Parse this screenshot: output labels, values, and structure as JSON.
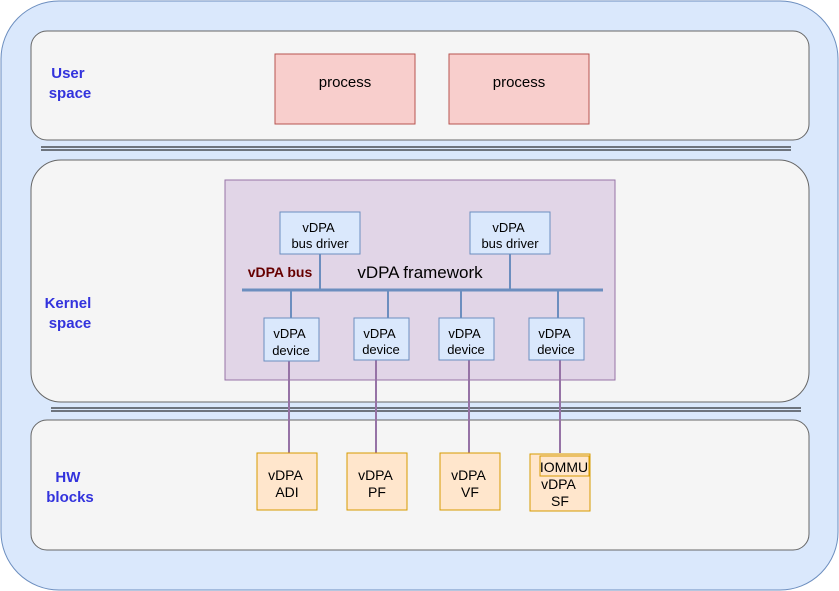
{
  "layers": {
    "user": {
      "title_line1": "User",
      "title_line2": "space"
    },
    "kernel": {
      "title_line1": "Kernel",
      "title_line2": "space"
    },
    "hw": {
      "title_line1": "HW",
      "title_line2": "blocks"
    }
  },
  "user_space": {
    "processes": [
      {
        "label": "process"
      },
      {
        "label": "process"
      }
    ]
  },
  "framework": {
    "label": "vDPA framework",
    "bus_label": "vDPA bus",
    "bus_drivers": [
      {
        "line1": "vDPA",
        "line2": "bus driver"
      },
      {
        "line1": "vDPA",
        "line2": "bus driver"
      }
    ],
    "devices": [
      {
        "line1": "vDPA",
        "line2": "device"
      },
      {
        "line1": "vDPA",
        "line2": "device"
      },
      {
        "line1": "vDPA",
        "line2": "device"
      },
      {
        "line1": "vDPA",
        "line2": "device"
      }
    ]
  },
  "hw_blocks": [
    {
      "line1": "vDPA",
      "line2": "ADI"
    },
    {
      "line1": "vDPA",
      "line2": "PF"
    },
    {
      "line1": "vDPA",
      "line2": "VF"
    },
    {
      "line1": "vDPA",
      "line2": "SF",
      "extra": "IOMMU"
    }
  ],
  "colors": {
    "outer_fill": "#dae8fc",
    "outer_stroke": "#6c8ebf",
    "layer_fill": "#f5f5f5",
    "layer_stroke": "#666666",
    "layer_title": "#3333dd",
    "process_fill": "#f8cecc",
    "process_stroke": "#b85450",
    "framework_fill": "#e1d5e7",
    "framework_stroke": "#9673a6",
    "box_fill": "#dae8fc",
    "box_stroke": "#6c8ebf",
    "bus_line": "#6c8ebf",
    "bus_label": "#660000",
    "hw_fill": "#ffe6cc",
    "hw_stroke": "#d79b00",
    "link_line": "#9673a6"
  }
}
